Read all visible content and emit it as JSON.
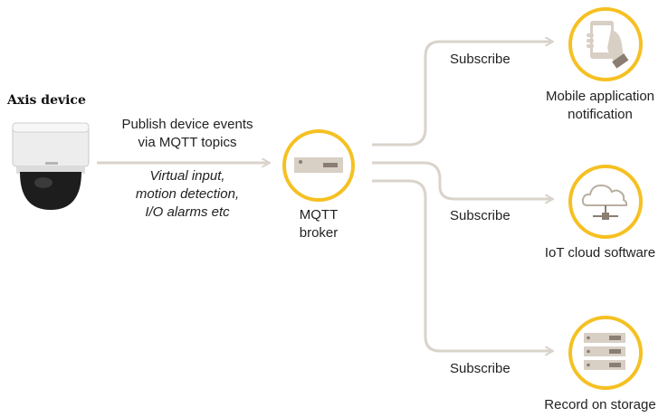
{
  "device": {
    "title": "Axis device",
    "icon": "dome-camera-icon"
  },
  "publish": {
    "line1": "Publish device events",
    "line2": "via MQTT topics",
    "examples": [
      "Virtual input,",
      "motion detection,",
      "I/O alarms etc"
    ]
  },
  "broker": {
    "line1": "MQTT",
    "line2": "broker",
    "icon": "server-box-icon"
  },
  "subscribers": [
    {
      "subscribe_label": "Subscribe",
      "label_lines": [
        "Mobile application",
        "notification"
      ],
      "icon": "hand-phone-icon"
    },
    {
      "subscribe_label": "Subscribe",
      "label_lines": [
        "IoT cloud software"
      ],
      "icon": "cloud-network-icon"
    },
    {
      "subscribe_label": "Subscribe",
      "label_lines": [
        "Record on storage"
      ],
      "icon": "storage-server-icon"
    }
  ],
  "colors": {
    "accent": "#f5c022",
    "line": "#d9d3cb",
    "icon_fill": "#d8cfc5",
    "icon_dark": "#8a7e72"
  }
}
